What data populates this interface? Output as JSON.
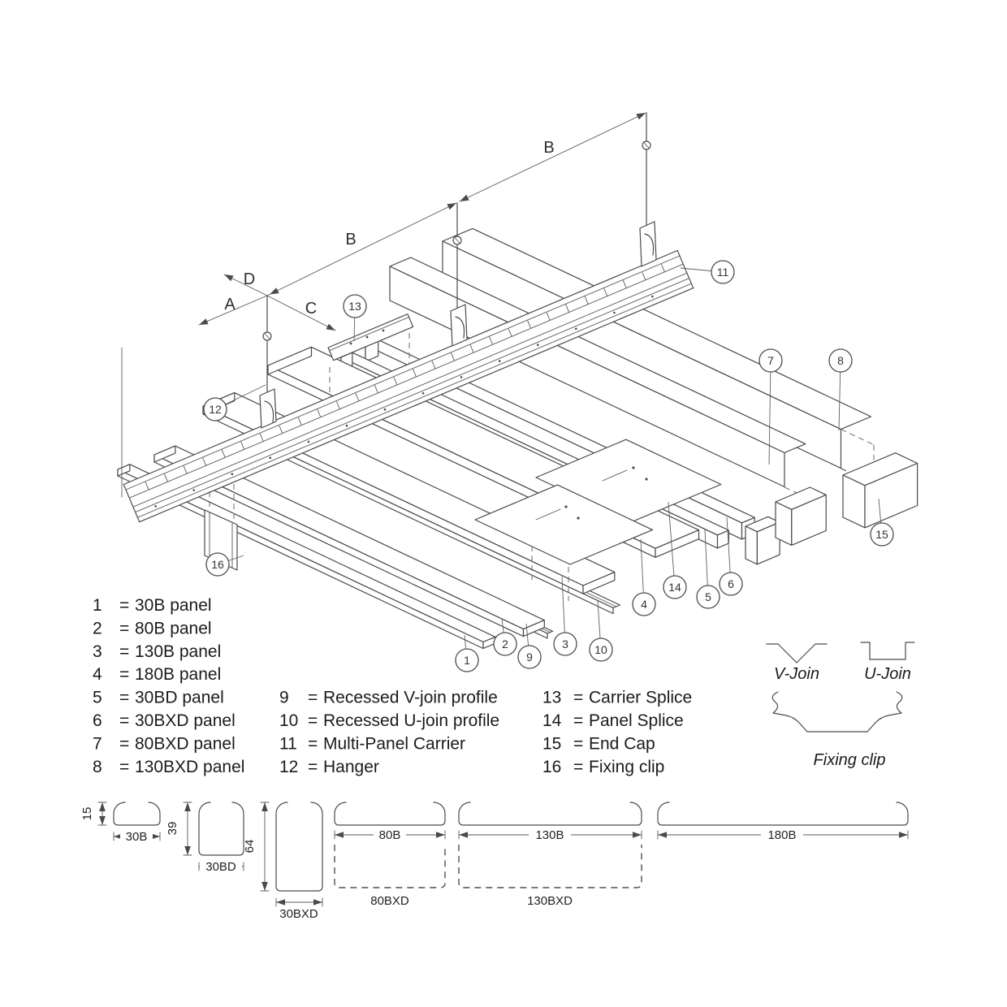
{
  "diagram": {
    "axis_labels": {
      "a": "A",
      "b_upper": "B",
      "b_lower": "B",
      "c": "C",
      "d": "D"
    },
    "callouts": [
      "1",
      "2",
      "9",
      "3",
      "10",
      "4",
      "14",
      "5",
      "6",
      "7",
      "8",
      "11",
      "12",
      "13",
      "15",
      "16"
    ]
  },
  "legend": {
    "equals": "=",
    "col1": [
      {
        "num": "1",
        "label": "30B panel"
      },
      {
        "num": "2",
        "label": "80B panel"
      },
      {
        "num": "3",
        "label": "130B panel"
      },
      {
        "num": "4",
        "label": "180B panel"
      },
      {
        "num": "5",
        "label": "30BD panel"
      },
      {
        "num": "6",
        "label": "30BXD panel"
      },
      {
        "num": "7",
        "label": "80BXD panel"
      },
      {
        "num": "8",
        "label": "130BXD panel"
      }
    ],
    "col2": [
      {
        "num": "9",
        "label": "Recessed V-join profile"
      },
      {
        "num": "10",
        "label": "Recessed U-join profile"
      },
      {
        "num": "11",
        "label": "Multi-Panel Carrier"
      },
      {
        "num": "12",
        "label": "Hanger"
      }
    ],
    "col3": [
      {
        "num": "13",
        "label": "Carrier Splice"
      },
      {
        "num": "14",
        "label": "Panel Splice"
      },
      {
        "num": "15",
        "label": "End Cap"
      },
      {
        "num": "16",
        "label": "Fixing clip"
      }
    ]
  },
  "join_symbols": {
    "v_join": "V-Join",
    "u_join": "U-Join",
    "fixing_clip": "Fixing clip"
  },
  "profiles": {
    "p30b": {
      "height": "15",
      "width_label": "30B"
    },
    "p30bd": {
      "height": "39",
      "width_label": "30BD"
    },
    "p30bxd": {
      "height": "64",
      "width_label": "30BXD"
    },
    "p80b": {
      "width_label": "80B",
      "dashed_label": "80BXD"
    },
    "p130b": {
      "width_label": "130B",
      "dashed_label": "130BXD"
    },
    "p180b": {
      "width_label": "180B"
    }
  },
  "colors": {
    "line": "#4a4a4a",
    "background": "#ffffff"
  }
}
